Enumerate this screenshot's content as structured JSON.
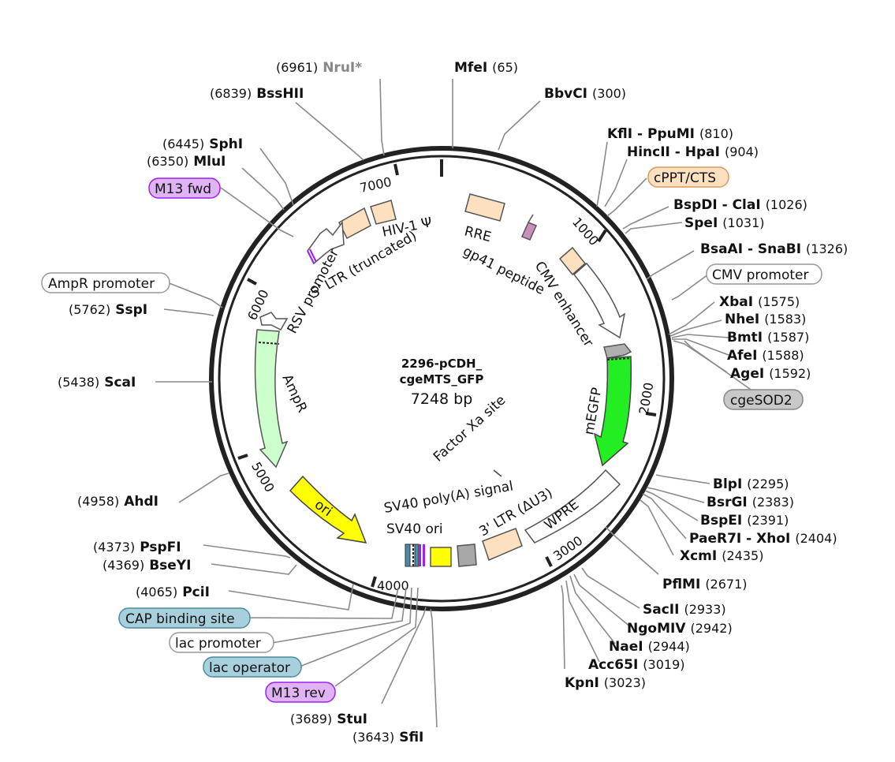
{
  "plasmid": {
    "name_line1": "2296-pCDH_",
    "name_line2": "cgeMTS_GFP",
    "length_label": "7248 bp"
  },
  "ticks": [
    {
      "id": "t1000",
      "label": "1000"
    },
    {
      "id": "t2000",
      "label": "2000"
    },
    {
      "id": "t3000",
      "label": "3000"
    },
    {
      "id": "t4000",
      "label": "4000"
    },
    {
      "id": "t5000",
      "label": "5000"
    },
    {
      "id": "t6000",
      "label": "6000"
    },
    {
      "id": "t7000",
      "label": "7000"
    }
  ],
  "enzymes": [
    {
      "id": "nrui",
      "name": "NruI*",
      "pos": "(6961)"
    },
    {
      "id": "mfei",
      "name": "MfeI",
      "pos": "(65)"
    },
    {
      "id": "bsshii",
      "name": "BssHII",
      "pos": "(6839)"
    },
    {
      "id": "bbvci",
      "name": "BbvCI",
      "pos": "(300)"
    },
    {
      "id": "kfli",
      "name": "KflI - PpuMI",
      "pos": "(810)"
    },
    {
      "id": "hincii",
      "name": "HincII - HpaI",
      "pos": "(904)"
    },
    {
      "id": "sphi",
      "name": "SphI",
      "pos": "(6445)"
    },
    {
      "id": "mlui",
      "name": "MluI",
      "pos": "(6350)"
    },
    {
      "id": "bspdi",
      "name": "BspDI - ClaI",
      "pos": "(1026)"
    },
    {
      "id": "spei",
      "name": "SpeI",
      "pos": "(1031)"
    },
    {
      "id": "bsaai",
      "name": "BsaAI - SnaBI",
      "pos": "(1326)"
    },
    {
      "id": "sspi",
      "name": "SspI",
      "pos": "(5762)"
    },
    {
      "id": "xbai",
      "name": "XbaI",
      "pos": "(1575)"
    },
    {
      "id": "nhei",
      "name": "NheI",
      "pos": "(1583)"
    },
    {
      "id": "bmti",
      "name": "BmtI",
      "pos": "(1587)"
    },
    {
      "id": "afei",
      "name": "AfeI",
      "pos": "(1588)"
    },
    {
      "id": "agei",
      "name": "AgeI",
      "pos": "(1592)"
    },
    {
      "id": "scai",
      "name": "ScaI",
      "pos": "(5438)"
    },
    {
      "id": "ahdi",
      "name": "AhdI",
      "pos": "(4958)"
    },
    {
      "id": "blpi",
      "name": "BlpI",
      "pos": "(2295)"
    },
    {
      "id": "bsrgi",
      "name": "BsrGI",
      "pos": "(2383)"
    },
    {
      "id": "bspei",
      "name": "BspEI",
      "pos": "(2391)"
    },
    {
      "id": "paer7i",
      "name": "PaeR7I - XhoI",
      "pos": "(2404)"
    },
    {
      "id": "pspfi",
      "name": "PspFI",
      "pos": "(4373)"
    },
    {
      "id": "xcmi",
      "name": "XcmI",
      "pos": "(2435)"
    },
    {
      "id": "bseyi",
      "name": "BseYI",
      "pos": "(4369)"
    },
    {
      "id": "pflmi",
      "name": "PflMI",
      "pos": "(2671)"
    },
    {
      "id": "pcii",
      "name": "PciI",
      "pos": "(4065)"
    },
    {
      "id": "sacii",
      "name": "SacII",
      "pos": "(2933)"
    },
    {
      "id": "ngomiv",
      "name": "NgoMIV",
      "pos": "(2942)"
    },
    {
      "id": "naei",
      "name": "NaeI",
      "pos": "(2944)"
    },
    {
      "id": "acc65i",
      "name": "Acc65I",
      "pos": "(3019)"
    },
    {
      "id": "kpni",
      "name": "KpnI",
      "pos": "(3023)"
    },
    {
      "id": "stui",
      "name": "StuI",
      "pos": "(3689)"
    },
    {
      "id": "sfii",
      "name": "SfiI",
      "pos": "(3643)"
    }
  ],
  "pills": [
    {
      "id": "m13fwd",
      "label": "M13 fwd",
      "fill": "#e0b3f5",
      "stroke": "#a020f0"
    },
    {
      "id": "cppt",
      "label": "cPPT/CTS",
      "fill": "#fde0c0",
      "stroke": "#d89a5a"
    },
    {
      "id": "amprpromoter",
      "label": "AmpR promoter",
      "fill": "#ffffff",
      "stroke": "#999999"
    },
    {
      "id": "cmvpromoter",
      "label": "CMV promoter",
      "fill": "#ffffff",
      "stroke": "#999999"
    },
    {
      "id": "cgesod2",
      "label": "cgeSOD2",
      "fill": "#c8c8c8",
      "stroke": "#888888"
    },
    {
      "id": "capsite",
      "label": "CAP binding site",
      "fill": "#a8d0dc",
      "stroke": "#4a8ca0"
    },
    {
      "id": "lacpromoter",
      "label": "lac promoter",
      "fill": "#ffffff",
      "stroke": "#999999"
    },
    {
      "id": "lacoperator",
      "label": "lac operator",
      "fill": "#a8d0dc",
      "stroke": "#4a8ca0"
    },
    {
      "id": "m13rev",
      "label": "M13 rev",
      "fill": "#e0b3f5",
      "stroke": "#a020f0"
    }
  ],
  "features": {
    "hiv_psi": "HIV-1 Ψ",
    "ltr5": "5' LTR (truncated)",
    "rsv": "RSV promoter",
    "rre": "RRE",
    "gp41": "gp41 peptide",
    "cmv_enh": "CMV enhancer",
    "megfp": "mEGFP",
    "ampr": "AmpR",
    "ori": "ori",
    "factorxa": "Factor Xa site",
    "sv40polya": "SV40 poly(A) signal",
    "sv40ori": "SV40 ori",
    "ltr3": "3' LTR (ΔU3)",
    "wpre": "WPRE"
  },
  "colors": {
    "backbone": "#222222",
    "leader": "#8a8a8a",
    "ltr": "#fde0c0",
    "cds_green": "#22ee22",
    "ampr": "#ccffcc",
    "ori": "#ffff00",
    "gray_feature": "#a8a8a8",
    "gp41": "#c890b8"
  }
}
